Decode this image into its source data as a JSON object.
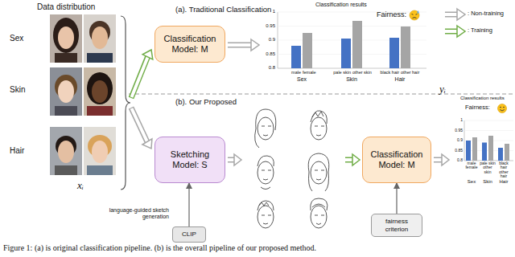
{
  "diagram": {
    "caption": "Figure 1: (a) is original classification pipeline. (b) is the overall pipeline of our proposed method.",
    "nodes": [
      {
        "text": [
          "Classification Model: M"
        ]
      },
      {
        "text": [
          "Sketching Model: S"
        ]
      },
      {
        "text": [
          "CLIP"
        ]
      },
      {
        "text": [
          "Classification Model: M"
        ]
      },
      {
        "text": [
          "fairness criterion"
        ]
      }
    ],
    "edges": [
      {
        "from": 2,
        "to": 1,
        "arrow": "to"
      },
      {
        "from": 4,
        "to": 3,
        "arrow": "to"
      }
    ],
    "labels": [
      "Data distribution",
      "Sex",
      "Skin",
      "Hair",
      "xᵢ",
      "(a). Traditional Classification",
      "(b). Our Proposed",
      "language-guided sketch generation",
      "yᵢ",
      "Classification results",
      "Fairness:",
      "1",
      "0.95",
      "0.9",
      "0.85",
      "0.8",
      "male",
      "female",
      "pale skin",
      "other skin",
      "black hair",
      "other hair",
      "Sex",
      "Skin",
      "Hair",
      "Classification results",
      "Fairness:",
      "1",
      "0.95",
      "0.9",
      "0.85",
      "0.8",
      "male",
      "female",
      "pale skin",
      "other skin",
      "black hair",
      "other hair",
      "Sex",
      "Skin",
      "Hair"
    ],
    "legend": [
      {
        "text": ": Non-training"
      },
      {
        "text": ": Training"
      }
    ]
  }
}
